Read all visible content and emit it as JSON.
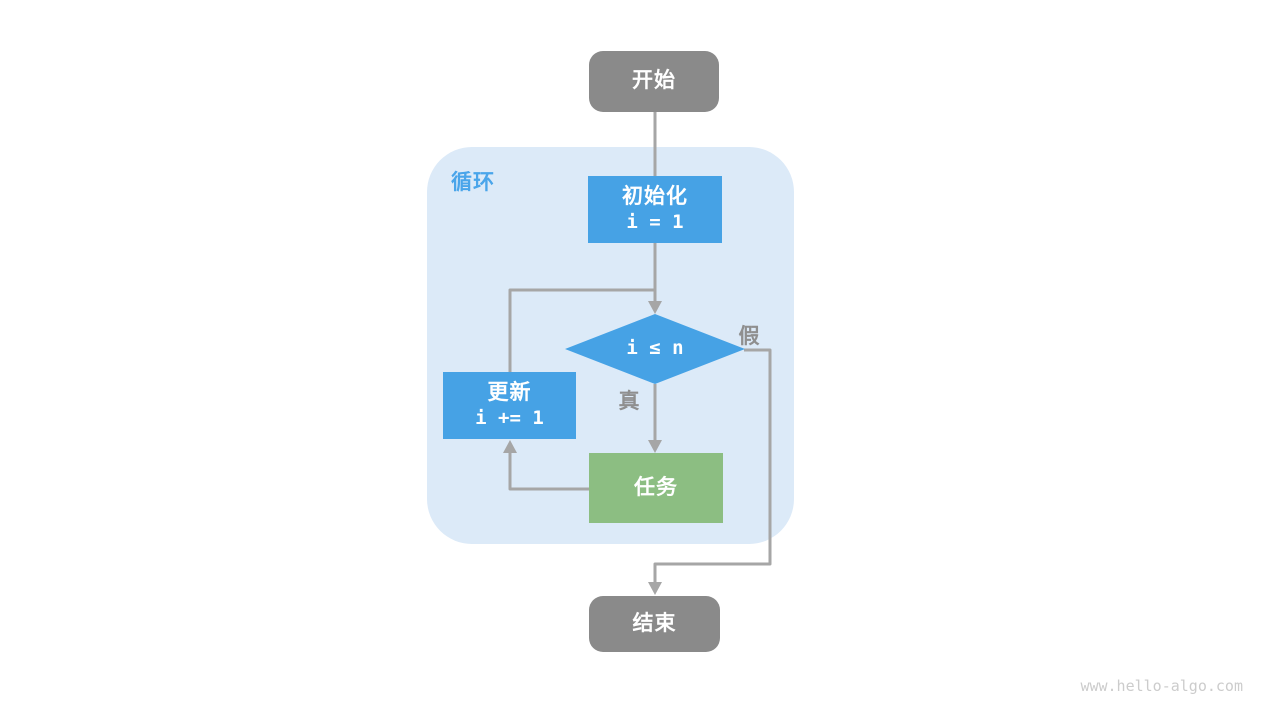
{
  "diagram": {
    "loop_container": {
      "label": "循环"
    },
    "nodes": {
      "start": {
        "label": "开始"
      },
      "init": {
        "title": "初始化",
        "code": "i = 1"
      },
      "condition": {
        "code": "i ≤ n"
      },
      "update": {
        "title": "更新",
        "code": "i += 1"
      },
      "task": {
        "label": "任务"
      },
      "end": {
        "label": "结束"
      }
    },
    "edge_labels": {
      "true": "真",
      "false": "假"
    }
  },
  "watermark": "www.hello-algo.com",
  "colors": {
    "node-gray": "#8a8a8a",
    "line-gray": "#a6a6a6",
    "edge-label-gray": "#8f8f8f",
    "blue": "#46a2e5",
    "loop-label-blue": "#4aa5ea",
    "green": "#8cbe82",
    "container-blue": "#dceaf8",
    "watermark-gray": "#cccccc",
    "background": "#ffffff"
  }
}
